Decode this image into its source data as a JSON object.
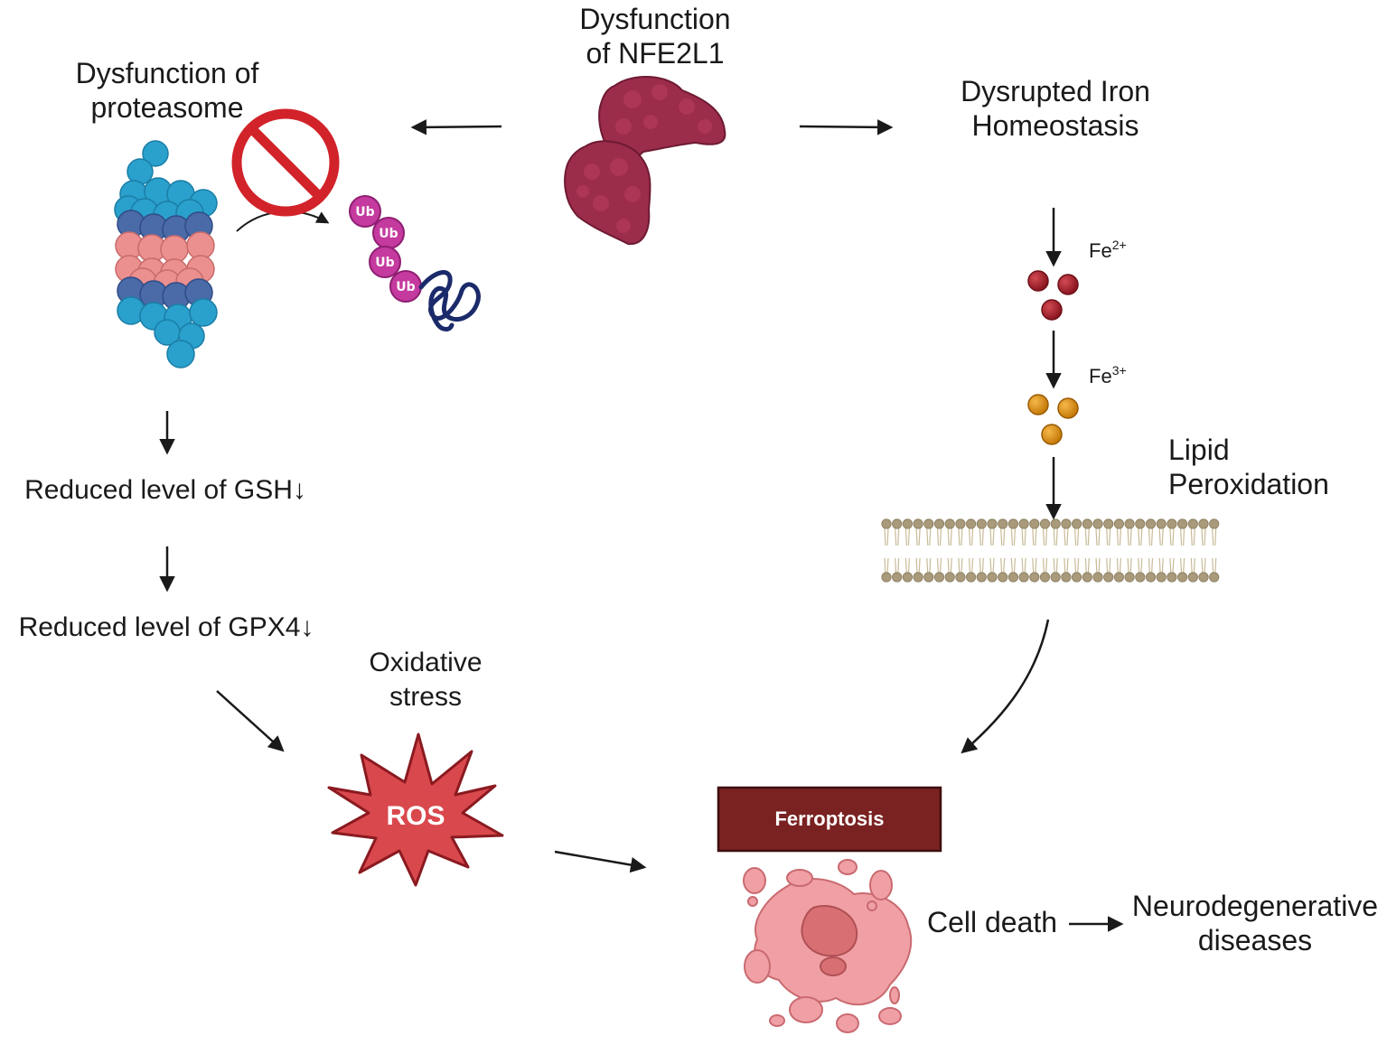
{
  "labels": {
    "nfe2l1_line1": "Dysfunction",
    "nfe2l1_line2": "of NFE2L1",
    "proteasome_line1": "Dysfunction of",
    "proteasome_line2": "proteasome",
    "iron_line1": "Dysrupted Iron",
    "iron_line2": "Homeostasis",
    "fe2": "Fe",
    "fe2_charge": "2+",
    "fe3": "Fe",
    "fe3_charge": "3+",
    "lipid_line1": "Lipid",
    "lipid_line2": "Peroxidation",
    "gsh": "Reduced level of GSH↓",
    "gpx4": "Reduced level of GPX4↓",
    "oxidative_line1": "Oxidative",
    "oxidative_line2": "stress",
    "ros": "ROS",
    "ferroptosis": "Ferroptosis",
    "cell_death": "Cell death",
    "neuro_line1": "Neurodegenerative",
    "neuro_line2": "diseases",
    "ub": "Ub"
  },
  "colors": {
    "nfe2l1_protein": "#9b2c4a",
    "proteasome_blue": "#2aa0cc",
    "proteasome_dark": "#4a6aa8",
    "proteasome_pink": "#ec8f8f",
    "prohibit_red": "#d2232a",
    "ub_magenta": "#c43a9e",
    "fe2_red": "#a51f2a",
    "fe3_orange": "#e29615",
    "membrane": "#a89a7a",
    "ros_red": "#d9484d",
    "ferroptosis_box": "#7a2222",
    "cell_pink": "#f0a0a4",
    "arrow": "#1a1a1a"
  }
}
